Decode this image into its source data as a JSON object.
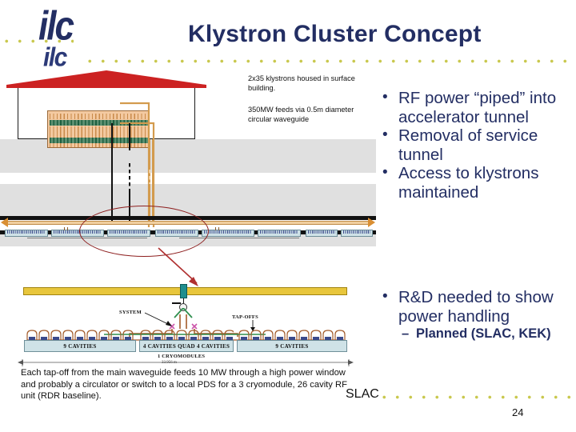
{
  "slide": {
    "title": "Klystron Cluster Concept",
    "logo_top": "ilc",
    "logo_bottom": "ilc",
    "footer_label": "SLAC",
    "page_number": "24",
    "accent_navy": "#232e63",
    "accent_dot": "#c9c84e",
    "roof_red": "#cc2222",
    "waveguide_yellow": "#e8c63c",
    "tapoff_teal": "#1f8e8e",
    "ellipse_red": "#8e2020"
  },
  "bullets_top": [
    {
      "level": 1,
      "text": "RF power “piped” into accelerator tunnel"
    },
    {
      "level": 1,
      "text": "Removal of service tunnel"
    },
    {
      "level": 1,
      "text": "Access to klystrons maintained"
    }
  ],
  "bullets_bottom": [
    {
      "level": 1,
      "text": "R&D needed to show power handling"
    },
    {
      "level": 2,
      "text": "Planned (SLAC, KEK)"
    }
  ],
  "diagram_top": {
    "annotation_1": "2x35 klystrons housed in surface building.",
    "annotation_2": "350MW feeds via 0.5m diameter circular waveguide"
  },
  "diagram_bottom": {
    "label_system": "SYSTEM",
    "label_tapoffs": "TAP-OFFS",
    "cryomodules_label": "1 CRYOMODULES",
    "dimension_label": "33.956 m",
    "modules": [
      {
        "label": "9 CAVITIES"
      },
      {
        "label": "4 CAVITIES  QUAD  4 CAVITIES"
      },
      {
        "label": "9 CAVITIES"
      }
    ]
  },
  "caption": "Each tap-off from the main waveguide feeds 10 MW through a high power window and probably a circulator or switch to a local PDS for a 3 cryomodule, 26 cavity RF unit (RDR baseline)."
}
